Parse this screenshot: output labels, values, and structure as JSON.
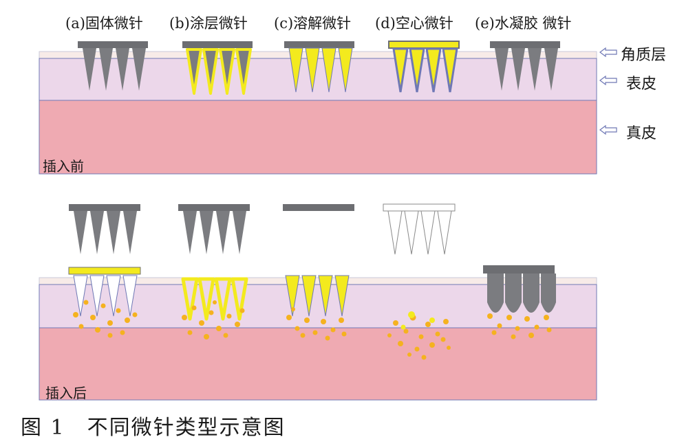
{
  "types": [
    "(a)固体微针",
    "(b)涂层微针",
    "(c)溶解微针",
    "(d)空心微针",
    "(e)水凝胶 微针"
  ],
  "layers": {
    "stratum_corneum": "角质层",
    "epidermis": "表皮",
    "dermis": "真皮"
  },
  "states": {
    "before": "插入前",
    "after": "插入后"
  },
  "caption": "图 1　不同微针类型示意图",
  "colors": {
    "stratum_corneum": "#f7ebe8",
    "epidermis": "#ecd7ea",
    "dermis": "#efaab2",
    "needle_gray": "#7b7c80",
    "base_gray": "#6d6e72",
    "coating_yellow": "#f3ea1e",
    "particle_orange": "#f5b21f",
    "outline_blue": "#6f78b5"
  }
}
